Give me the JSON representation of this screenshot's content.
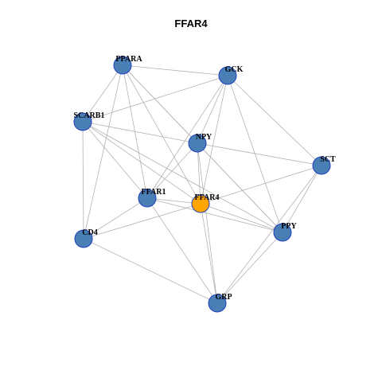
{
  "title": "FFAR4",
  "colors": {
    "node": "#4a7fb5",
    "center_node": "#ffa500",
    "node_border": "#1f3fbf",
    "edge": "#b3b3b3"
  },
  "nodes": [
    {
      "id": "PPARA",
      "label": "PPARA"
    },
    {
      "id": "GCK",
      "label": "GCK"
    },
    {
      "id": "SCARB1",
      "label": "SCARB1"
    },
    {
      "id": "NPY",
      "label": "NPY"
    },
    {
      "id": "SCT",
      "label": "SCT"
    },
    {
      "id": "FFAR1",
      "label": "FFAR1"
    },
    {
      "id": "FFAR4",
      "label": "FFAR4",
      "center": true
    },
    {
      "id": "PPY",
      "label": "PPY"
    },
    {
      "id": "CD4",
      "label": "CD4"
    },
    {
      "id": "GRP",
      "label": "GRP"
    }
  ],
  "edges": [
    [
      "PPARA",
      "GCK"
    ],
    [
      "PPARA",
      "SCARB1"
    ],
    [
      "PPARA",
      "NPY"
    ],
    [
      "PPARA",
      "FFAR1"
    ],
    [
      "PPARA",
      "FFAR4"
    ],
    [
      "PPARA",
      "CD4"
    ],
    [
      "PPARA",
      "PPY"
    ],
    [
      "GCK",
      "SCARB1"
    ],
    [
      "GCK",
      "NPY"
    ],
    [
      "GCK",
      "FFAR1"
    ],
    [
      "GCK",
      "FFAR4"
    ],
    [
      "GCK",
      "SCT"
    ],
    [
      "GCK",
      "PPY"
    ],
    [
      "SCARB1",
      "NPY"
    ],
    [
      "SCARB1",
      "FFAR1"
    ],
    [
      "SCARB1",
      "FFAR4"
    ],
    [
      "SCARB1",
      "CD4"
    ],
    [
      "SCARB1",
      "PPY"
    ],
    [
      "NPY",
      "SCT"
    ],
    [
      "NPY",
      "FFAR1"
    ],
    [
      "NPY",
      "FFAR4"
    ],
    [
      "NPY",
      "PPY"
    ],
    [
      "NPY",
      "GRP"
    ],
    [
      "SCT",
      "FFAR4"
    ],
    [
      "SCT",
      "PPY"
    ],
    [
      "SCT",
      "GRP"
    ],
    [
      "FFAR1",
      "FFAR4"
    ],
    [
      "FFAR1",
      "CD4"
    ],
    [
      "FFAR1",
      "PPY"
    ],
    [
      "FFAR1",
      "GRP"
    ],
    [
      "FFAR4",
      "CD4"
    ],
    [
      "FFAR4",
      "PPY"
    ],
    [
      "FFAR4",
      "GRP"
    ],
    [
      "PPY",
      "GRP"
    ],
    [
      "CD4",
      "GRP"
    ]
  ]
}
